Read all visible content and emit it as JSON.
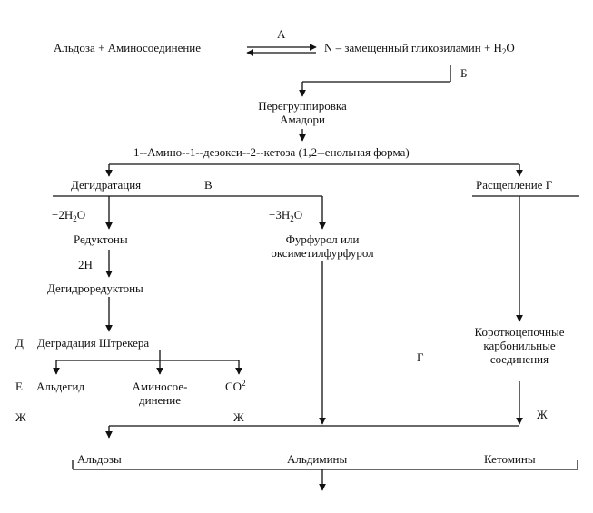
{
  "labels": {
    "aldose_amine": "Альдоза + Аминосоединение",
    "glycosylamine_main": "N – замещенный гликозиламин + H",
    "water_sub": "2",
    "water_tail": "O",
    "rearr_line1": "Перегруппировка",
    "rearr_line2": "Амадори",
    "ketose": "1--Амино--1--дезокси--2--кетоза (1,2--енольная форма)",
    "dehydration": "Дегидратация",
    "cleavage": "Расщепление Г",
    "minus2_a": "−2H",
    "minus2_sub": "2",
    "minus2_b": "O",
    "minus3_a": "−3H",
    "minus3_sub": "2",
    "minus3_b": "O",
    "reductones": "Редуктоны",
    "two_h": "2H",
    "dehydroreductones": "Дегидроредуктоны",
    "furfural_line1": "Фурфурол или",
    "furfural_line2": "оксиметилфурфурол",
    "strecker": "Деградация Штрекера",
    "short_line1": "Короткоцепочные",
    "short_line2": "карбонильные",
    "short_line3": "соединения",
    "aldehyde": "Альдегид",
    "amino_line1": "Аминосое-",
    "amino_line2": "динение",
    "co_a": "CO",
    "co_sup": "2",
    "aldoses": "Альдозы",
    "aldimines": "Альдимины",
    "ketimines": "Кетомины"
  },
  "stage_letters": {
    "a": "А",
    "b": "Б",
    "v": "В",
    "g": "Г",
    "d": "Д",
    "e": "Е",
    "zh_left": "Ж",
    "zh_mid": "Ж",
    "zh_right": "Ж"
  },
  "colors": {
    "ink": "#111111",
    "paper": "#ffffff"
  }
}
